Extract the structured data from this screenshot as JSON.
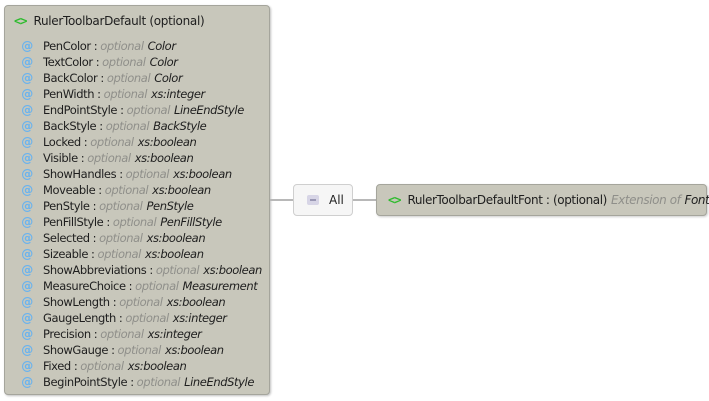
{
  "main_node": {
    "icon": "element-icon",
    "icon_glyph": "<>",
    "title": "RulerToolbarDefault (optional)",
    "attributes": [
      {
        "name": "PenColor",
        "modifier": "optional",
        "type": "Color"
      },
      {
        "name": "TextColor",
        "modifier": "optional",
        "type": "Color"
      },
      {
        "name": "BackColor",
        "modifier": "optional",
        "type": "Color"
      },
      {
        "name": "PenWidth",
        "modifier": "optional",
        "type": "xs:integer"
      },
      {
        "name": "EndPointStyle",
        "modifier": "optional",
        "type": "LineEndStyle"
      },
      {
        "name": "BackStyle",
        "modifier": "optional",
        "type": "BackStyle"
      },
      {
        "name": "Locked",
        "modifier": "optional",
        "type": "xs:boolean"
      },
      {
        "name": "Visible",
        "modifier": "optional",
        "type": "xs:boolean"
      },
      {
        "name": "ShowHandles",
        "modifier": "optional",
        "type": "xs:boolean"
      },
      {
        "name": "Moveable",
        "modifier": "optional",
        "type": "xs:boolean"
      },
      {
        "name": "PenStyle",
        "modifier": "optional",
        "type": "PenStyle"
      },
      {
        "name": "PenFillStyle",
        "modifier": "optional",
        "type": "PenFillStyle"
      },
      {
        "name": "Selected",
        "modifier": "optional",
        "type": "xs:boolean"
      },
      {
        "name": "Sizeable",
        "modifier": "optional",
        "type": "xs:boolean"
      },
      {
        "name": "ShowAbbreviations",
        "modifier": "optional",
        "type": "xs:boolean"
      },
      {
        "name": "MeasureChoice",
        "modifier": "optional",
        "type": "Measurement"
      },
      {
        "name": "ShowLength",
        "modifier": "optional",
        "type": "xs:boolean"
      },
      {
        "name": "GaugeLength",
        "modifier": "optional",
        "type": "xs:integer"
      },
      {
        "name": "Precision",
        "modifier": "optional",
        "type": "xs:integer"
      },
      {
        "name": "ShowGauge",
        "modifier": "optional",
        "type": "xs:boolean"
      },
      {
        "name": "Fixed",
        "modifier": "optional",
        "type": "xs:boolean"
      },
      {
        "name": "BeginPointStyle",
        "modifier": "optional",
        "type": "LineEndStyle"
      }
    ],
    "attribute_icon_glyph": "@",
    "separator": ":"
  },
  "compositor": {
    "icon": "all-compositor-icon",
    "label": "All"
  },
  "child_node": {
    "icon_glyph": "<>",
    "title": "RulerToolbarDefaultFont : (optional)",
    "extension_label": "Extension of",
    "extension_type": "Font"
  },
  "colors": {
    "node_bg": "#c8c7bb",
    "element_icon": "#2dbb2d",
    "attribute_icon": "#6ab3ee",
    "muted_text": "#8f8f8a",
    "connector": "#b8b8b8"
  }
}
